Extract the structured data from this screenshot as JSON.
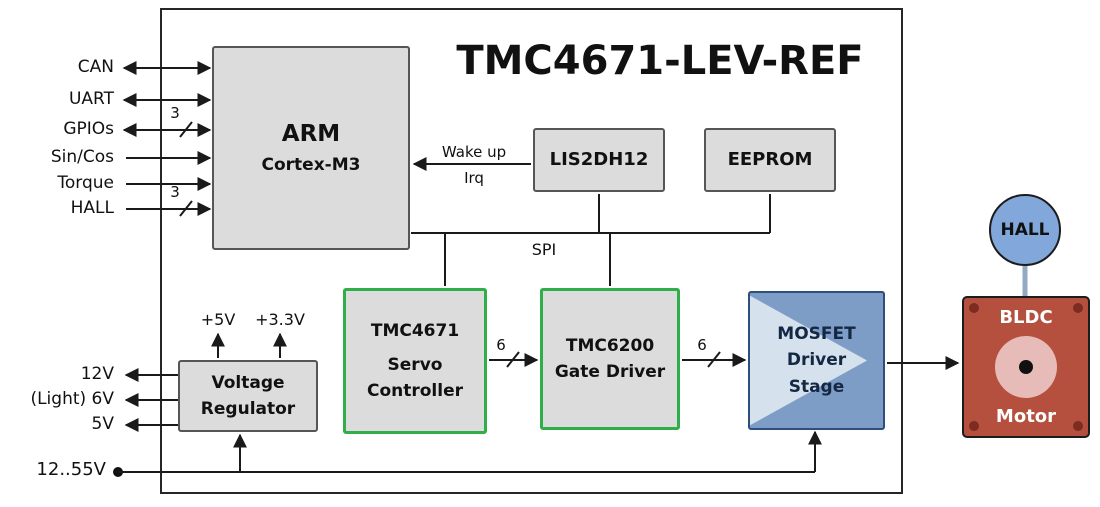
{
  "title": "TMC4671-LEV-REF",
  "blocks": {
    "arm": {
      "name": "ARM",
      "subtitle": "Cortex-M3"
    },
    "lis2dh12": {
      "name": "LIS2DH12"
    },
    "eeprom": {
      "name": "EEPROM"
    },
    "tmc4671": {
      "name": "TMC4671",
      "line2": "Servo",
      "line3": "Controller"
    },
    "tmc6200": {
      "name": "TMC6200",
      "line2": "Gate Driver"
    },
    "mosfet": {
      "line1": "MOSFET",
      "line2": "Driver",
      "line3": "Stage"
    },
    "voltage_regulator": {
      "line1": "Voltage",
      "line2": "Regulator"
    },
    "bldc_motor": {
      "line1": "BLDC",
      "line2": "Motor"
    },
    "hall_sensor": {
      "name": "HALL"
    }
  },
  "left_ports": {
    "can": "CAN",
    "uart": "UART",
    "gpios": "GPIOs",
    "sincos": "Sin/Cos",
    "torque": "Torque",
    "hall": "HALL"
  },
  "power_outputs": {
    "v12": "12V",
    "v6": "(Light) 6V",
    "v5": "5V"
  },
  "rails": {
    "p5v": "+5V",
    "p3v3": "+3.3V",
    "supply": "12..55V"
  },
  "wires": {
    "wakeup": "Wake up",
    "irq": "Irq",
    "spi": "SPI",
    "width3": "3",
    "width6": "6"
  },
  "colors": {
    "block_fill": "#dcdcdc",
    "block_border": "#565656",
    "green_border": "#2fae49",
    "mosfet_fill": "#7e9dc6",
    "mosfet_triangle": "#d6e1ee",
    "mosfet_border": "#2e4e7c",
    "motor_fill": "#b5503f",
    "motor_circle": "#e7bcb8",
    "hall_fill": "#82a7db",
    "wire": "#1a1a1a"
  }
}
